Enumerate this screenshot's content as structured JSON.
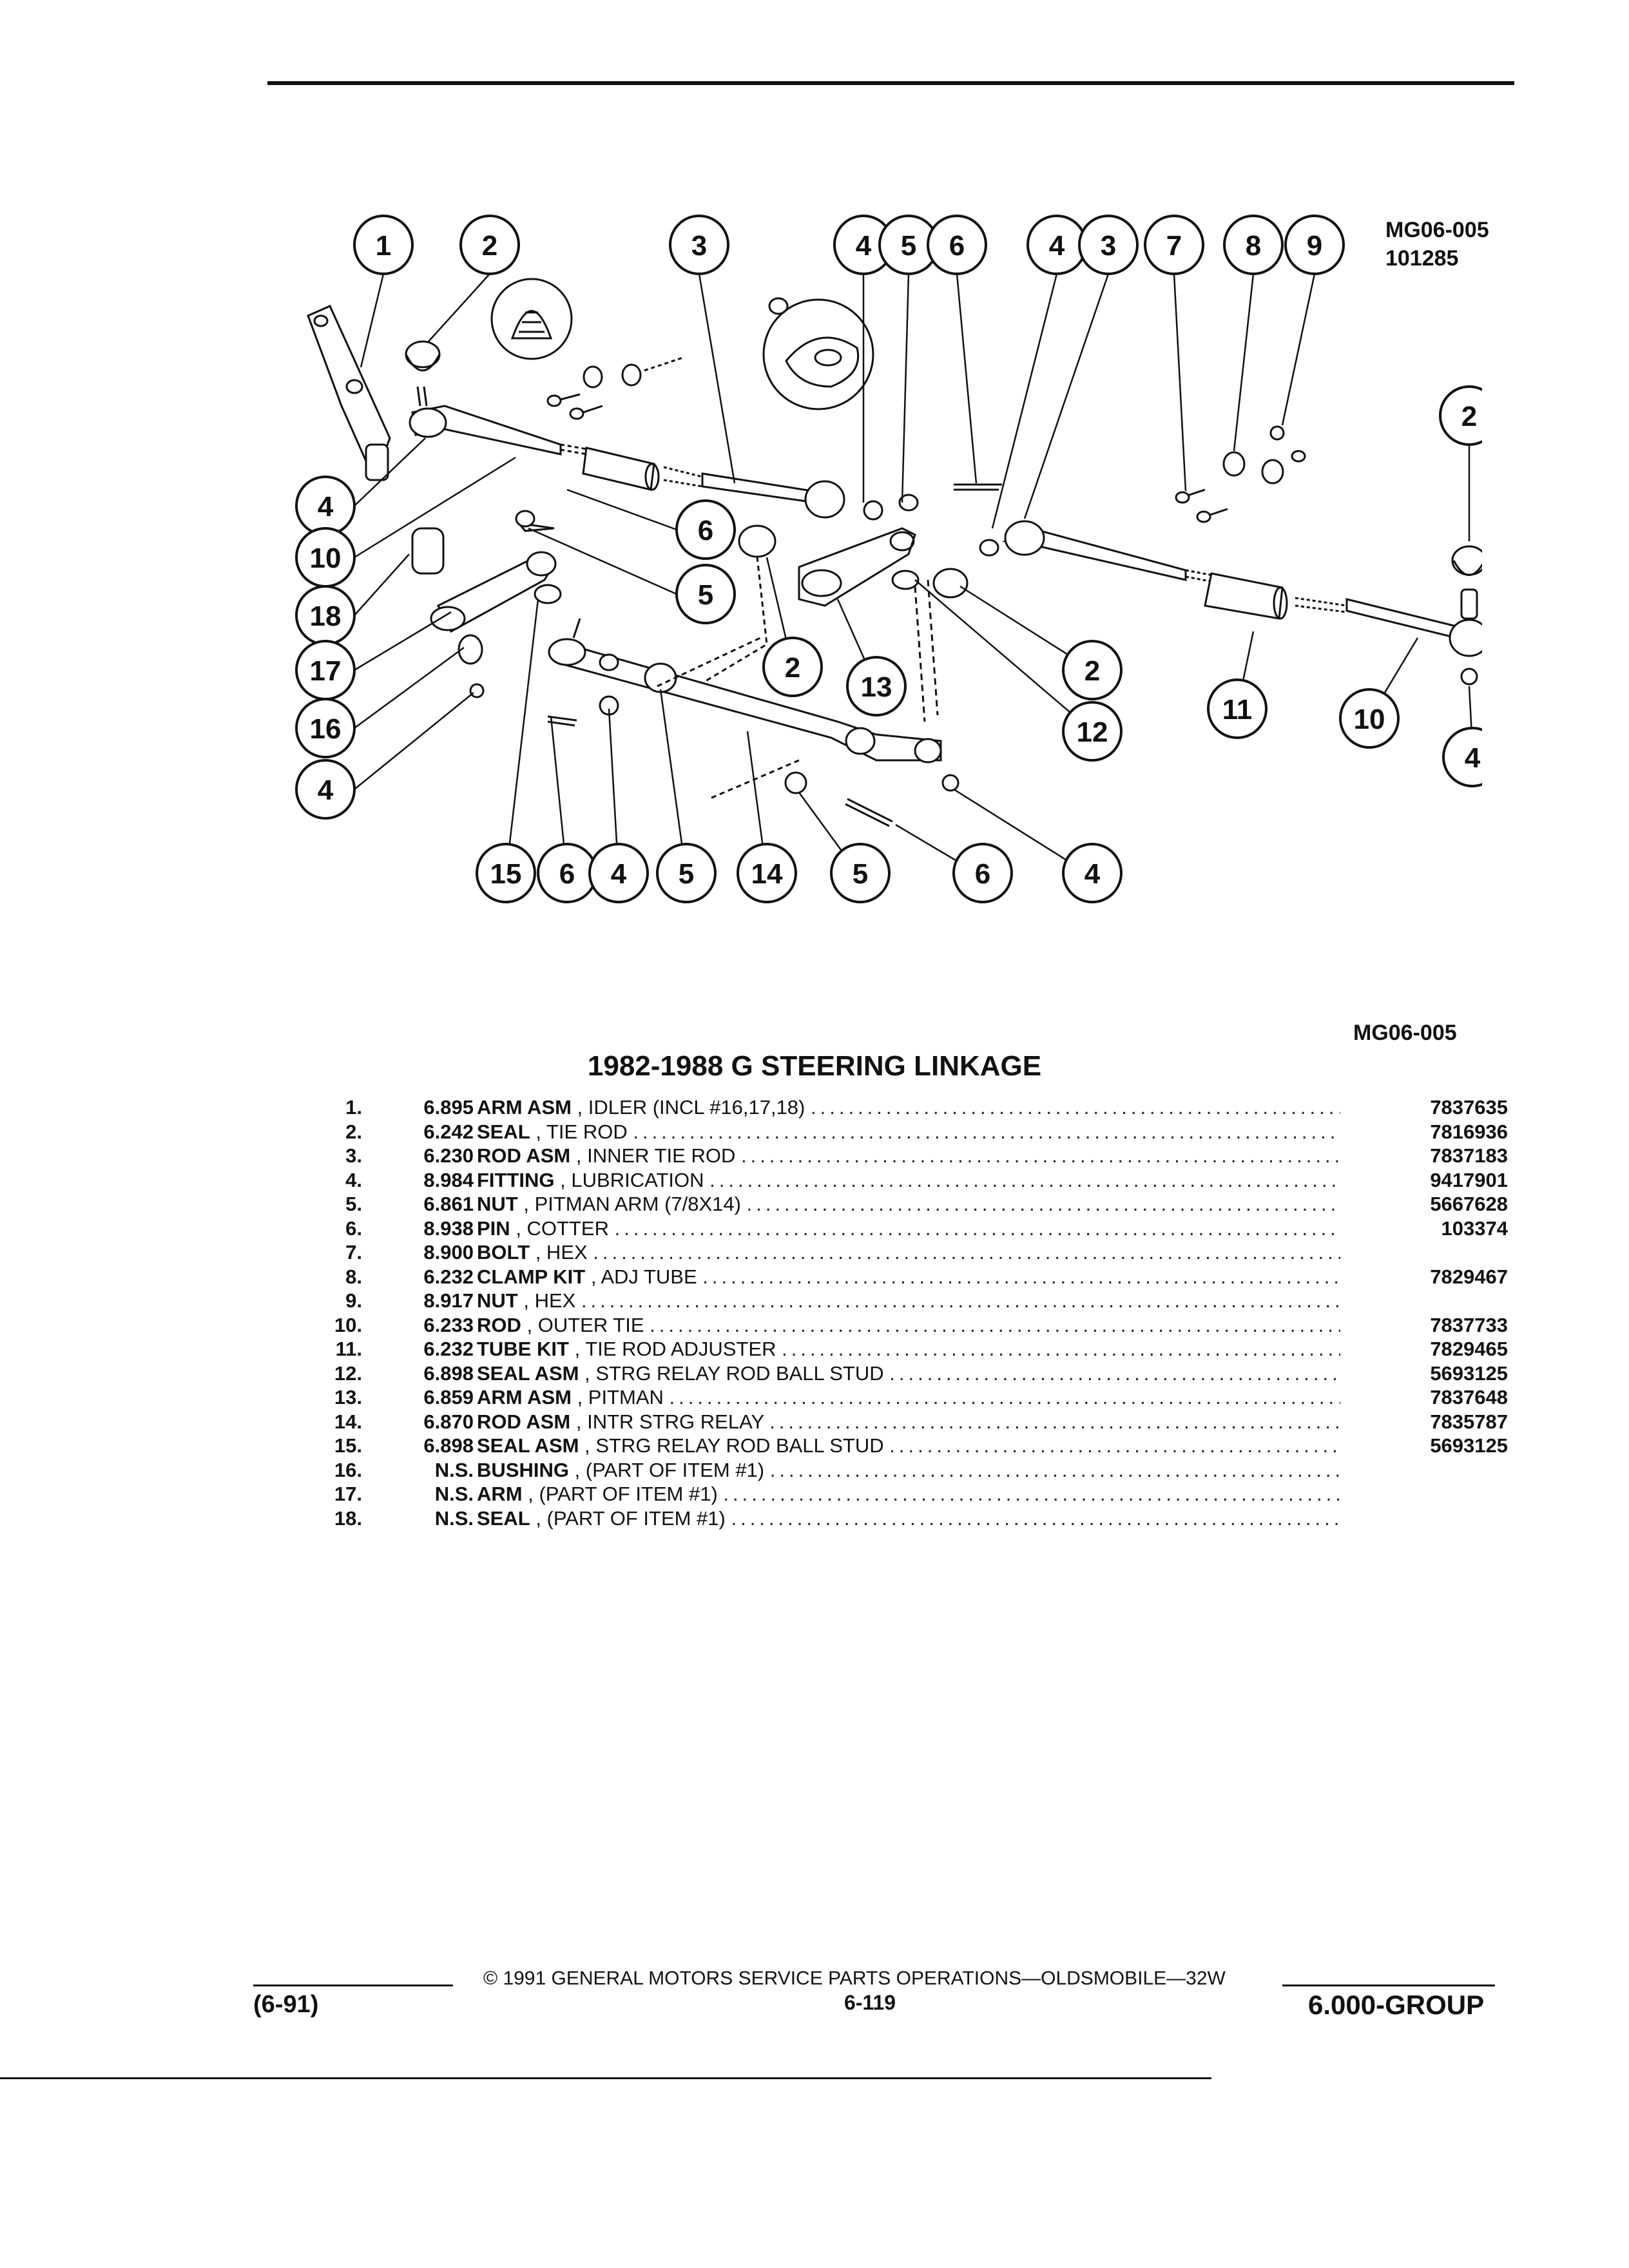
{
  "figure": {
    "code_top": "MG06-005",
    "date_code": "101285",
    "code_bottom": "MG06-005",
    "callouts": [
      "1",
      "2",
      "3",
      "4",
      "5",
      "6",
      "4",
      "3",
      "7",
      "8",
      "9",
      "2",
      "4",
      "10",
      "6",
      "18",
      "5",
      "17",
      "16",
      "2",
      "13",
      "2",
      "12",
      "11",
      "10",
      "4",
      "4",
      "15",
      "6",
      "4",
      "5",
      "14",
      "5",
      "6",
      "4"
    ]
  },
  "title": "1982-1988 G STEERING LINKAGE",
  "parts": [
    {
      "num": "1.",
      "group": "6.895",
      "name": "ARM ASM",
      "desc": ", IDLER (INCL #16,17,18)",
      "part": "7837635"
    },
    {
      "num": "2.",
      "group": "6.242",
      "name": "SEAL",
      "desc": ", TIE ROD",
      "part": "7816936"
    },
    {
      "num": "3.",
      "group": "6.230",
      "name": "ROD ASM",
      "desc": ", INNER TIE ROD",
      "part": "7837183"
    },
    {
      "num": "4.",
      "group": "8.984",
      "name": "FITTING",
      "desc": ", LUBRICATION",
      "part": "9417901"
    },
    {
      "num": "5.",
      "group": "6.861",
      "name": "NUT",
      "desc": ", PITMAN ARM (7/8X14)",
      "part": "5667628"
    },
    {
      "num": "6.",
      "group": "8.938",
      "name": "PIN",
      "desc": ", COTTER",
      "part": "103374"
    },
    {
      "num": "7.",
      "group": "8.900",
      "name": "BOLT",
      "desc": ", HEX",
      "part": ""
    },
    {
      "num": "8.",
      "group": "6.232",
      "name": "CLAMP KIT",
      "desc": ", ADJ TUBE",
      "part": "7829467"
    },
    {
      "num": "9.",
      "group": "8.917",
      "name": "NUT",
      "desc": ", HEX",
      "part": ""
    },
    {
      "num": "10.",
      "group": "6.233",
      "name": "ROD",
      "desc": ", OUTER TIE",
      "part": "7837733"
    },
    {
      "num": "11.",
      "group": "6.232",
      "name": "TUBE KIT",
      "desc": ", TIE ROD ADJUSTER",
      "part": "7829465"
    },
    {
      "num": "12.",
      "group": "6.898",
      "name": "SEAL ASM",
      "desc": ", STRG RELAY ROD BALL STUD",
      "part": "5693125"
    },
    {
      "num": "13.",
      "group": "6.859",
      "name": "ARM ASM",
      "desc": ", PITMAN",
      "part": "7837648"
    },
    {
      "num": "14.",
      "group": "6.870",
      "name": "ROD ASM",
      "desc": ", INTR STRG RELAY",
      "part": "7835787"
    },
    {
      "num": "15.",
      "group": "6.898",
      "name": "SEAL ASM",
      "desc": ", STRG RELAY ROD BALL STUD",
      "part": "5693125"
    },
    {
      "num": "16.",
      "group": "N.S.",
      "name": "BUSHING",
      "desc": ", (PART OF ITEM #1)",
      "part": ""
    },
    {
      "num": "17.",
      "group": "N.S.",
      "name": "ARM",
      "desc": ", (PART OF ITEM #1)",
      "part": ""
    },
    {
      "num": "18.",
      "group": "N.S.",
      "name": "SEAL",
      "desc": ", (PART OF ITEM #1)",
      "part": ""
    }
  ],
  "footer": {
    "copyright": "© 1991 GENERAL MOTORS SERVICE PARTS OPERATIONS—OLDSMOBILE—32W",
    "date": "(6-91)",
    "page": "6-119",
    "group": "6.000-GROUP"
  }
}
